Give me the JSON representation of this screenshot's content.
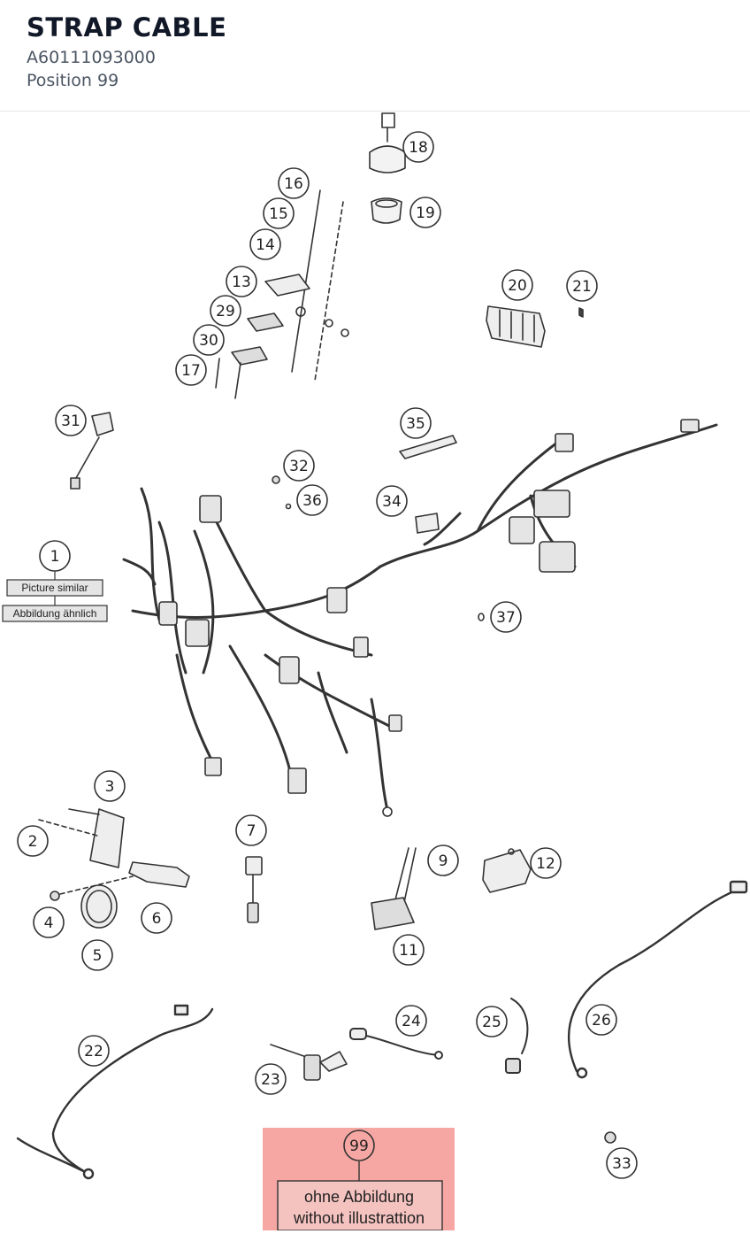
{
  "header": {
    "title": "STRAP CABLE",
    "part_number": "A60111093000",
    "position": "Position 99"
  },
  "diagram": {
    "callouts": [
      "1",
      "2",
      "3",
      "4",
      "5",
      "6",
      "7",
      "9",
      "11",
      "12",
      "13",
      "14",
      "15",
      "16",
      "17",
      "18",
      "19",
      "20",
      "21",
      "22",
      "23",
      "24",
      "25",
      "26",
      "29",
      "30",
      "31",
      "32",
      "33",
      "34",
      "35",
      "36",
      "37",
      "99"
    ],
    "note_picture_similar": "Picture similar",
    "note_abbildung": "Abbildung ähnlich",
    "highlight_text_de": "ohne Abbildung",
    "highlight_text_en": "without illustrattion",
    "highlight_color": "#f7a7a3",
    "line_color": "#333333"
  }
}
